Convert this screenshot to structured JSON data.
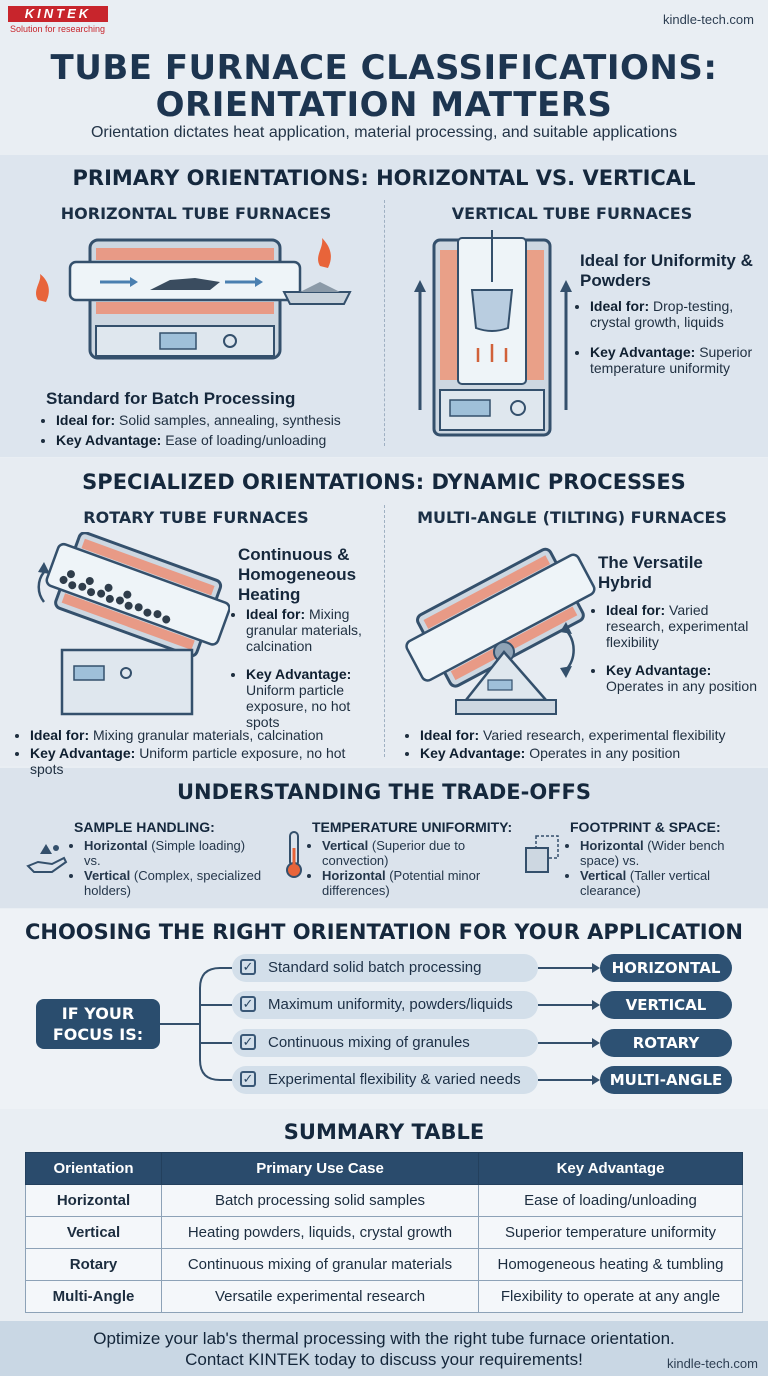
{
  "brand": {
    "logo": "KINTEK",
    "tagline": "Solution for researching",
    "site": "kindle-tech.com"
  },
  "title_line1": "TUBE FURNACE CLASSIFICATIONS:",
  "title_line2": "ORIENTATION MATTERS",
  "subtitle": "Orientation dictates heat application, material processing, and suitable applications",
  "primary": {
    "title": "PRIMARY ORIENTATIONS: HORIZONTAL VS. VERTICAL",
    "horizontal": {
      "heading": "HORIZONTAL TUBE FURNACES",
      "tagline": "Standard for Batch Processing",
      "ideal_label": "Ideal for:",
      "ideal": "Solid samples, annealing, synthesis",
      "adv_label": "Key Advantage:",
      "adv": "Ease of loading/unloading"
    },
    "vertical": {
      "heading": "VERTICAL TUBE FURNACES",
      "tagline": "Ideal for Uniformity & Powders",
      "ideal_label": "Ideal for:",
      "ideal": "Drop-testing, crystal growth, liquids",
      "adv_label": "Key Advantage:",
      "adv": "Superior temperature uniformity"
    }
  },
  "specialized": {
    "title": "SPECIALIZED ORIENTATIONS: DYNAMIC PROCESSES",
    "rotary": {
      "heading": "ROTARY TUBE FURNACES",
      "tagline": "Continuous & Homogeneous Heating",
      "ideal_label": "Ideal for:",
      "ideal": "Mixing granular materials, calcination",
      "adv_label": "Key Advantage:",
      "adv": "Uniform particle exposure, no hot spots"
    },
    "multi": {
      "heading": "MULTI-ANGLE (TILTING) FURNACES",
      "tagline": "The Versatile Hybrid",
      "ideal_label": "Ideal for:",
      "ideal": "Varied research, experimental flexibility",
      "adv_label": "Key Advantage:",
      "adv": "Operates in any position"
    }
  },
  "tradeoffs": {
    "title": "UNDERSTANDING THE TRADE-OFFS",
    "handling": {
      "title": "SAMPLE HANDLING:",
      "l1": "Horizontal",
      "d1": "(Simple loading) vs.",
      "l2": "Vertical",
      "d2": "(Complex, specialized holders)"
    },
    "uniformity": {
      "title": "TEMPERATURE UNIFORMITY:",
      "l1": "Vertical",
      "d1": "(Superior due to convection)",
      "l2": "Horizontal",
      "d2": "(Potential minor differences)"
    },
    "footprint": {
      "title": "FOOTPRINT & SPACE:",
      "l1": "Horizontal",
      "d1": "(Wider bench space) vs.",
      "l2": "Vertical",
      "d2": "(Taller vertical clearance)"
    }
  },
  "choose": {
    "title": "CHOOSING THE RIGHT ORIENTATION FOR YOUR APPLICATION",
    "focus": "IF YOUR FOCUS IS:",
    "options": [
      {
        "need": "Standard solid batch processing",
        "result": "HORIZONTAL"
      },
      {
        "need": "Maximum uniformity, powders/liquids",
        "result": "VERTICAL"
      },
      {
        "need": "Continuous mixing of granules",
        "result": "ROTARY"
      },
      {
        "need": "Experimental flexibility & varied needs",
        "result": "MULTI-ANGLE"
      }
    ]
  },
  "summary": {
    "title": "SUMMARY TABLE",
    "headers": [
      "Orientation",
      "Primary Use Case",
      "Key Advantage"
    ],
    "rows": [
      [
        "Horizontal",
        "Batch processing solid samples",
        "Ease of loading/unloading"
      ],
      [
        "Vertical",
        "Heating powders, liquids, crystal growth",
        "Superior temperature uniformity"
      ],
      [
        "Rotary",
        "Continuous mixing of granular materials",
        "Homogeneous heating & tumbling"
      ],
      [
        "Multi-Angle",
        "Versatile experimental research",
        "Flexibility to operate at any angle"
      ]
    ]
  },
  "footer": {
    "line1": "Optimize your lab's thermal processing with the right tube furnace orientation.",
    "line2": "Contact KINTEK today to discuss your requirements!"
  },
  "colors": {
    "navy": "#2a4b6c",
    "brand_red": "#c8252c",
    "heater": "#e89a86",
    "flame": "#e8643a"
  }
}
